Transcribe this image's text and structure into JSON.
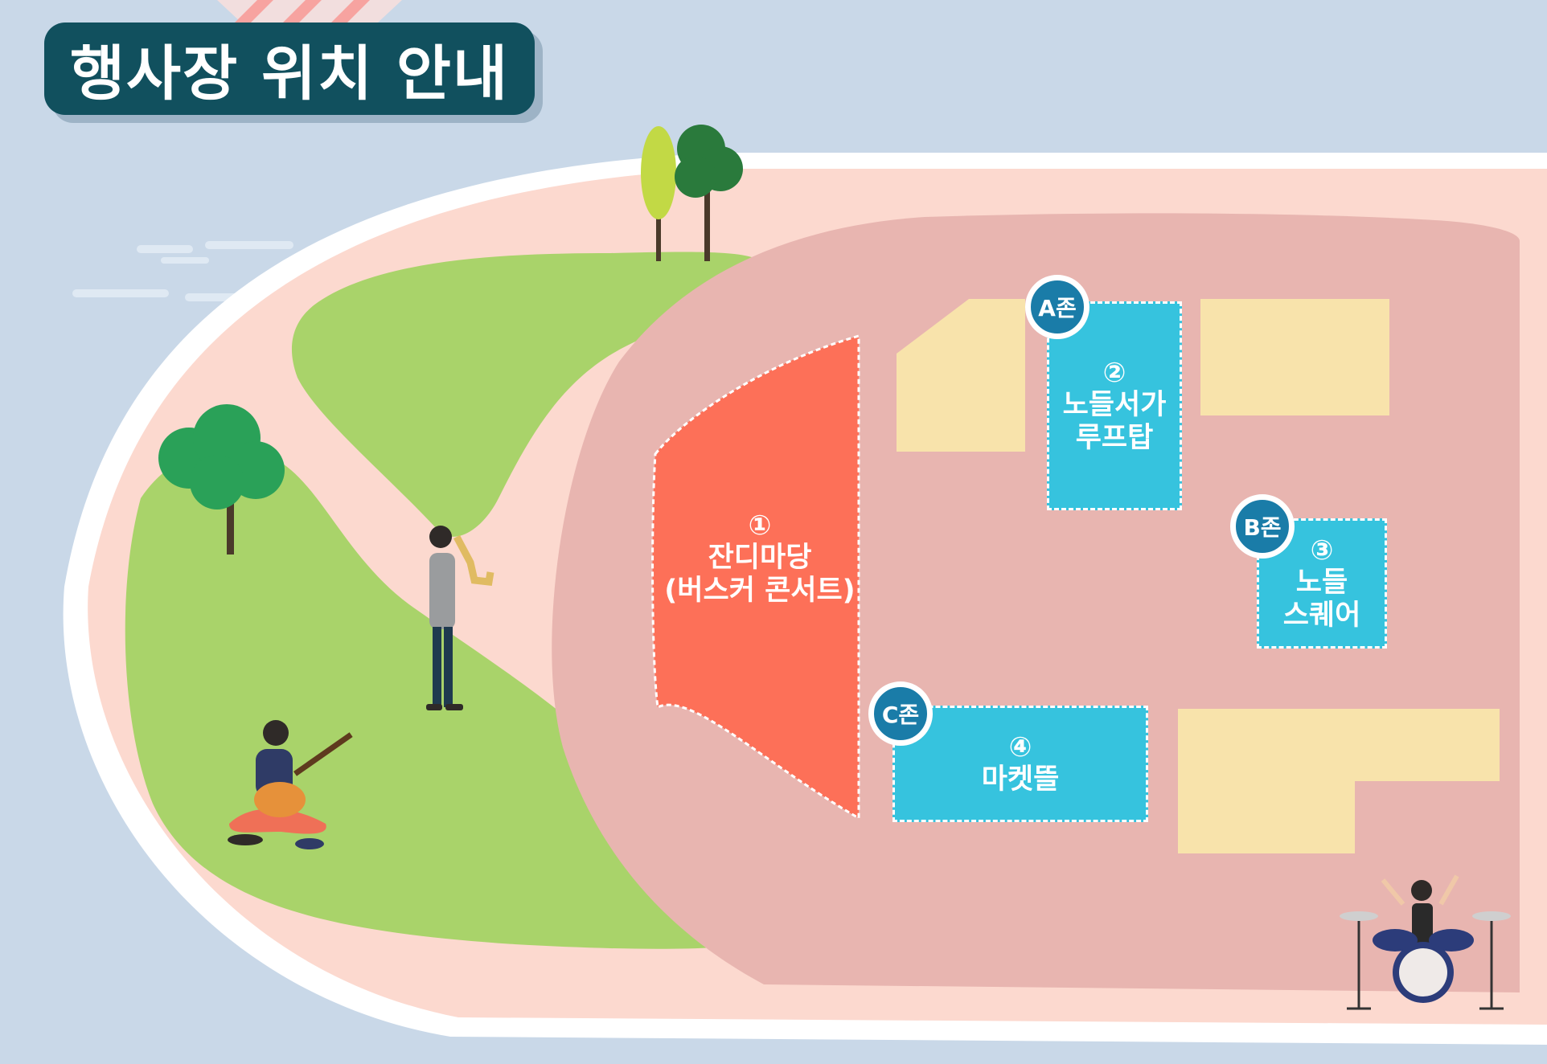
{
  "title": "행사장 위치 안내",
  "zones": [
    {
      "number": "①",
      "lines": [
        "잔디마당",
        "(버스커 콘서트)"
      ],
      "badge": ""
    },
    {
      "number": "②",
      "lines": [
        "노들서가",
        "루프탑"
      ],
      "badge": "A존"
    },
    {
      "number": "③",
      "lines": [
        "노들",
        "스퀘어"
      ],
      "badge": "B존"
    },
    {
      "number": "④",
      "lines": [
        "마켓뜰"
      ],
      "badge": "C존"
    }
  ],
  "colors": {
    "river": "#c9d8e8",
    "island": "#fcd9cf",
    "plaza": "#e8b5b0",
    "lawn": "#a9d36a",
    "stage_zone": "#fd7058",
    "booth_zone": "#36c3de",
    "building": "#f8e3ab",
    "badge": "#1a7ca8",
    "title_bg": "#11505e"
  },
  "icons": [
    "tree-icon",
    "saxophone-player-icon",
    "guitar-player-icon",
    "drummer-icon"
  ]
}
